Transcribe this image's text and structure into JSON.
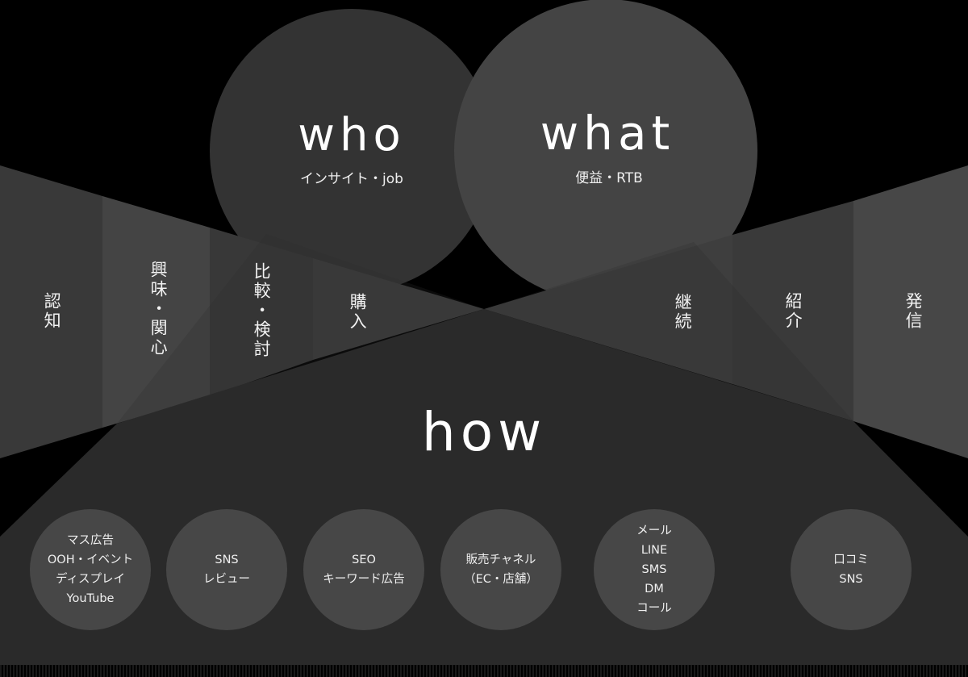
{
  "diagram": {
    "who": {
      "title": "who",
      "subtitle": "インサイト・job"
    },
    "what": {
      "title": "what",
      "subtitle": "便益・RTB"
    },
    "how": {
      "title": "how"
    },
    "funnel_left": [
      {
        "label": "認知"
      },
      {
        "label": "興味・関心"
      },
      {
        "label": "比較・検討"
      },
      {
        "label": "購入"
      }
    ],
    "funnel_right": [
      {
        "label": "継続"
      },
      {
        "label": "紹介"
      },
      {
        "label": "発信"
      }
    ],
    "channels": [
      {
        "lines": [
          "マス広告",
          "OOH・イベント",
          "ディスプレイ",
          "YouTube"
        ]
      },
      {
        "lines": [
          "SNS",
          "レビュー"
        ]
      },
      {
        "lines": [
          "SEO",
          "キーワード広告"
        ]
      },
      {
        "lines": [
          "販売チャネル",
          "（EC・店舗）"
        ]
      },
      {
        "lines": [
          "メール",
          "LINE",
          "SMS",
          "DM",
          "コール"
        ]
      },
      {
        "lines": [
          "口コミ",
          "SNS"
        ]
      }
    ],
    "colors": {
      "background": "#000000",
      "who_circle": "#333333",
      "what_circle": "#444444",
      "how_shape": "#2a2a2a",
      "channel_circle": "#474747",
      "text": "#ffffff"
    }
  }
}
